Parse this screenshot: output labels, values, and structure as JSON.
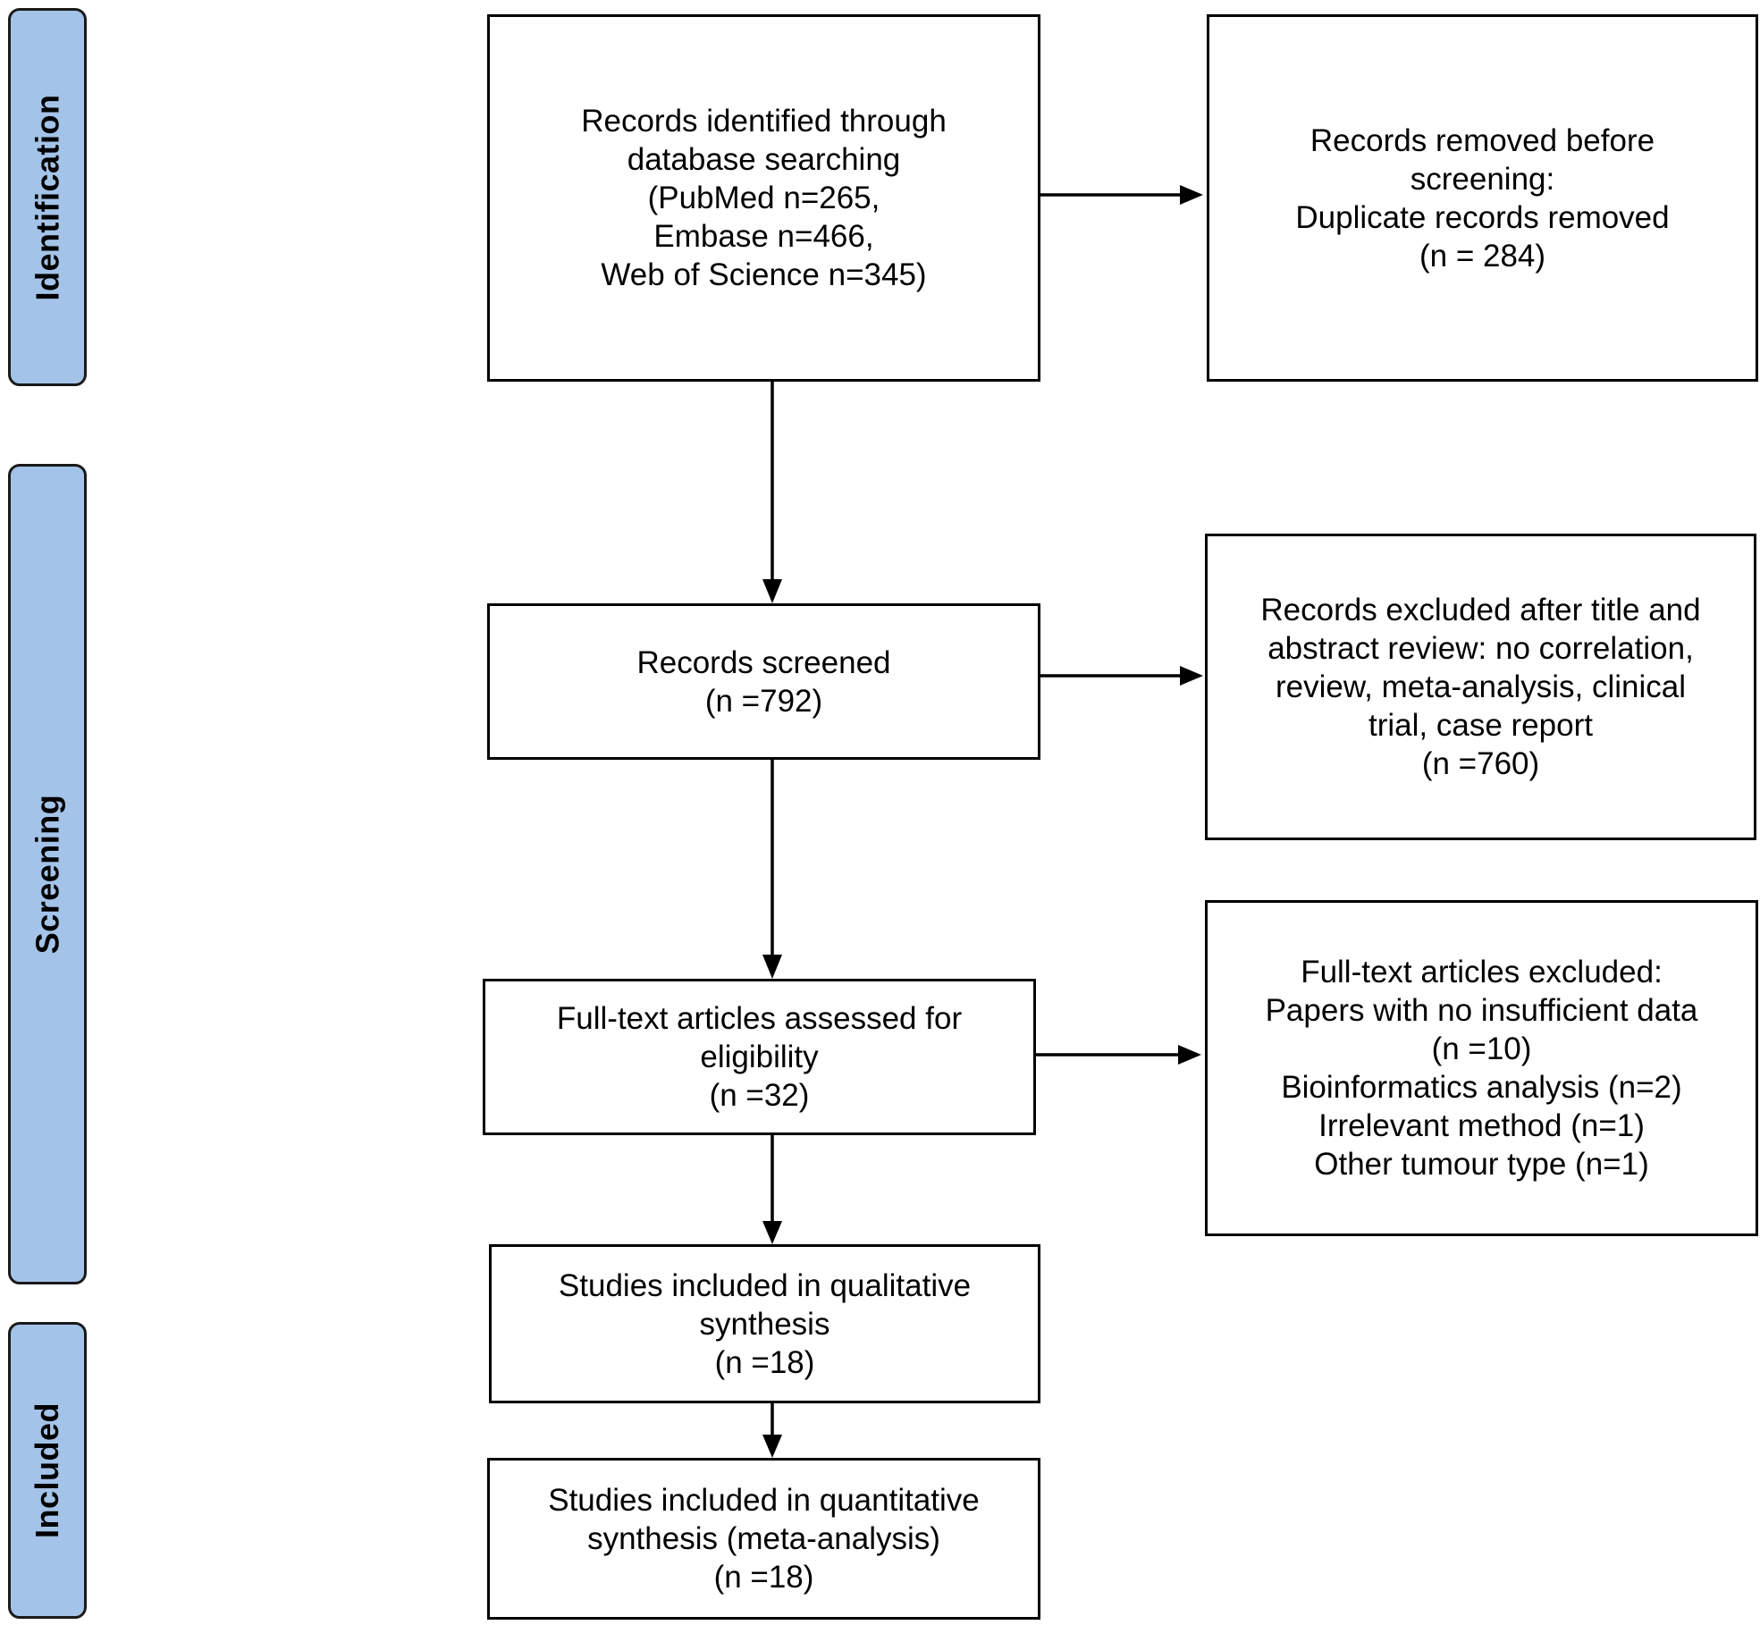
{
  "colors": {
    "phase_fill": "#a4c3e8",
    "border": "#000000",
    "background": "#ffffff"
  },
  "phases": {
    "identification": "Identification",
    "screening": "Screening",
    "included": "Included"
  },
  "boxes": {
    "identified": [
      "Records identified through",
      "database searching",
      "(PubMed n=265,",
      "Embase n=466,",
      "Web of Science n=345)"
    ],
    "removed": [
      "Records removed before",
      "screening:",
      "Duplicate records removed",
      "(n = 284)"
    ],
    "screened": [
      "Records screened",
      "(n =792)"
    ],
    "excluded_title": [
      "Records excluded after title and",
      "abstract review: no correlation,",
      "review, meta-analysis, clinical",
      "trial, case report",
      "(n =760)"
    ],
    "fulltext": [
      "Full-text articles assessed for",
      "eligibility",
      "(n =32)"
    ],
    "excluded_fulltext": [
      "Full-text articles excluded:",
      "Papers with no insufficient data",
      "(n =10)",
      "Bioinformatics analysis (n=2)",
      "Irrelevant method (n=1)",
      "Other tumour type (n=1)"
    ],
    "qualitative": [
      "Studies included in qualitative",
      "synthesis",
      "(n =18)"
    ],
    "quantitative": [
      "Studies included in quantitative",
      "synthesis (meta-analysis)",
      "(n =18)"
    ]
  }
}
